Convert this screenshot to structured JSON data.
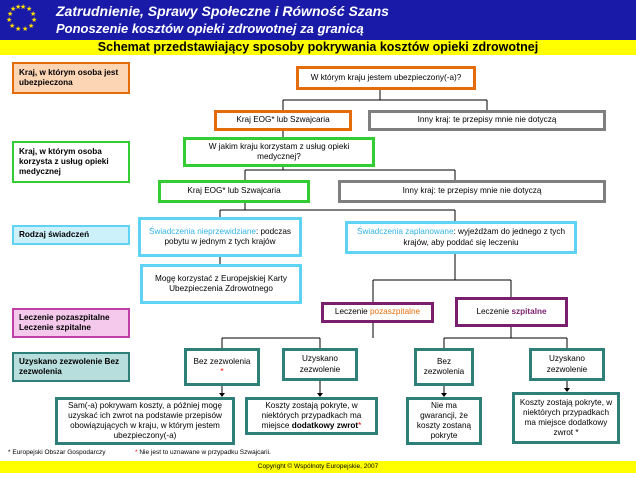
{
  "header": {
    "title": "Zatrudnienie, Sprawy Społeczne i Równość Szans",
    "subtitle": "Ponoszenie kosztów opieki zdrowotnej za granicą",
    "main_title": "Schemat przedstawiający sposoby pokrywania kosztów opieki zdrowotnej"
  },
  "labels": {
    "insured_country": "Kraj, w którym osoba jest ubezpieczona",
    "care_country": "Kraj, w którym osoba korzysta z usług opieki medycznej",
    "benefit_type": "Rodzaj świadczeń",
    "care_type": "Leczenie pozaszpitalne Leczenie szpitalne",
    "authorisation": "Uzyskano zezwolenie Bez zezwolenia"
  },
  "nodes": {
    "q1": "W którym kraju jestem ubezpieczony(-a)?",
    "eea1": "Kraj EOG* lub Szwajcaria",
    "other1": "Inny kraj: te przepisy mnie nie dotyczą",
    "q2": "W jakim kraju korzystam z usług opieki medycznej?",
    "eea2": "Kraj EOG* lub Szwajcaria",
    "other2": "Inny kraj: te przepisy mnie nie dotyczą",
    "unplanned_title": "Świadczenia nieprzewidziane",
    "unplanned_rest": ": podczas pobytu w jednym z tych krajów",
    "ehic": "Mogę korzystać z Europejskiej Karty Ubezpieczenia Zdrowotnego",
    "planned_title": "Świadczenia zaplanowane",
    "planned_rest": ": wyjeżdżam do jednego z tych krajów, aby poddać się leczeniu",
    "outpatient_prefix": "Leczenie ",
    "outpatient_word": "pozaszpitalne",
    "inpatient_prefix": "Leczenie ",
    "inpatient_word": "szpitalne",
    "no_auth1": "Bez zezwolenia",
    "no_auth1_star": "*",
    "auth1": "Uzyskano zezwolenie",
    "no_auth2": "Bez zezwolenia",
    "auth2": "Uzyskano zezwolenie",
    "pay_later": "Sam(-a) pokrywam koszty, a później mogę uzyskać ich zwrot na podstawie przepisów obowiązujących w kraju, w którym jestem ubezpieczony(-a)",
    "costs1_main": "Koszty zostają pokryte, w niektórych przypadkach ma miejsce ",
    "costs1_bold": "dodatkowy zwrot",
    "costs1_star": "*",
    "no_guarantee": "Nie ma gwarancji, że koszty zostaną pokryte",
    "costs2_main": "Koszty zostają pokryte, w niektórych przypadkach ma miejsce dodatkowy zwrot",
    "costs2_star": " *"
  },
  "footnotes": {
    "note1": "* Europejski Obszar Gospodarczy",
    "note2_star": "*",
    "note2": "Nie jest to uznawane w przypadku Szwajcarii."
  },
  "footer": {
    "copyright": "Copyright © Wspólnoty Europejskie, 2007"
  },
  "colors": {
    "header_blue": "#1a1aa8",
    "yellow": "#ffff00",
    "orange": "#e46c0a",
    "gray": "#7f7f7f",
    "green": "#33cc33",
    "cyan": "#5fd3f3",
    "purple": "#7a1f6e",
    "teal": "#2e7f77"
  }
}
